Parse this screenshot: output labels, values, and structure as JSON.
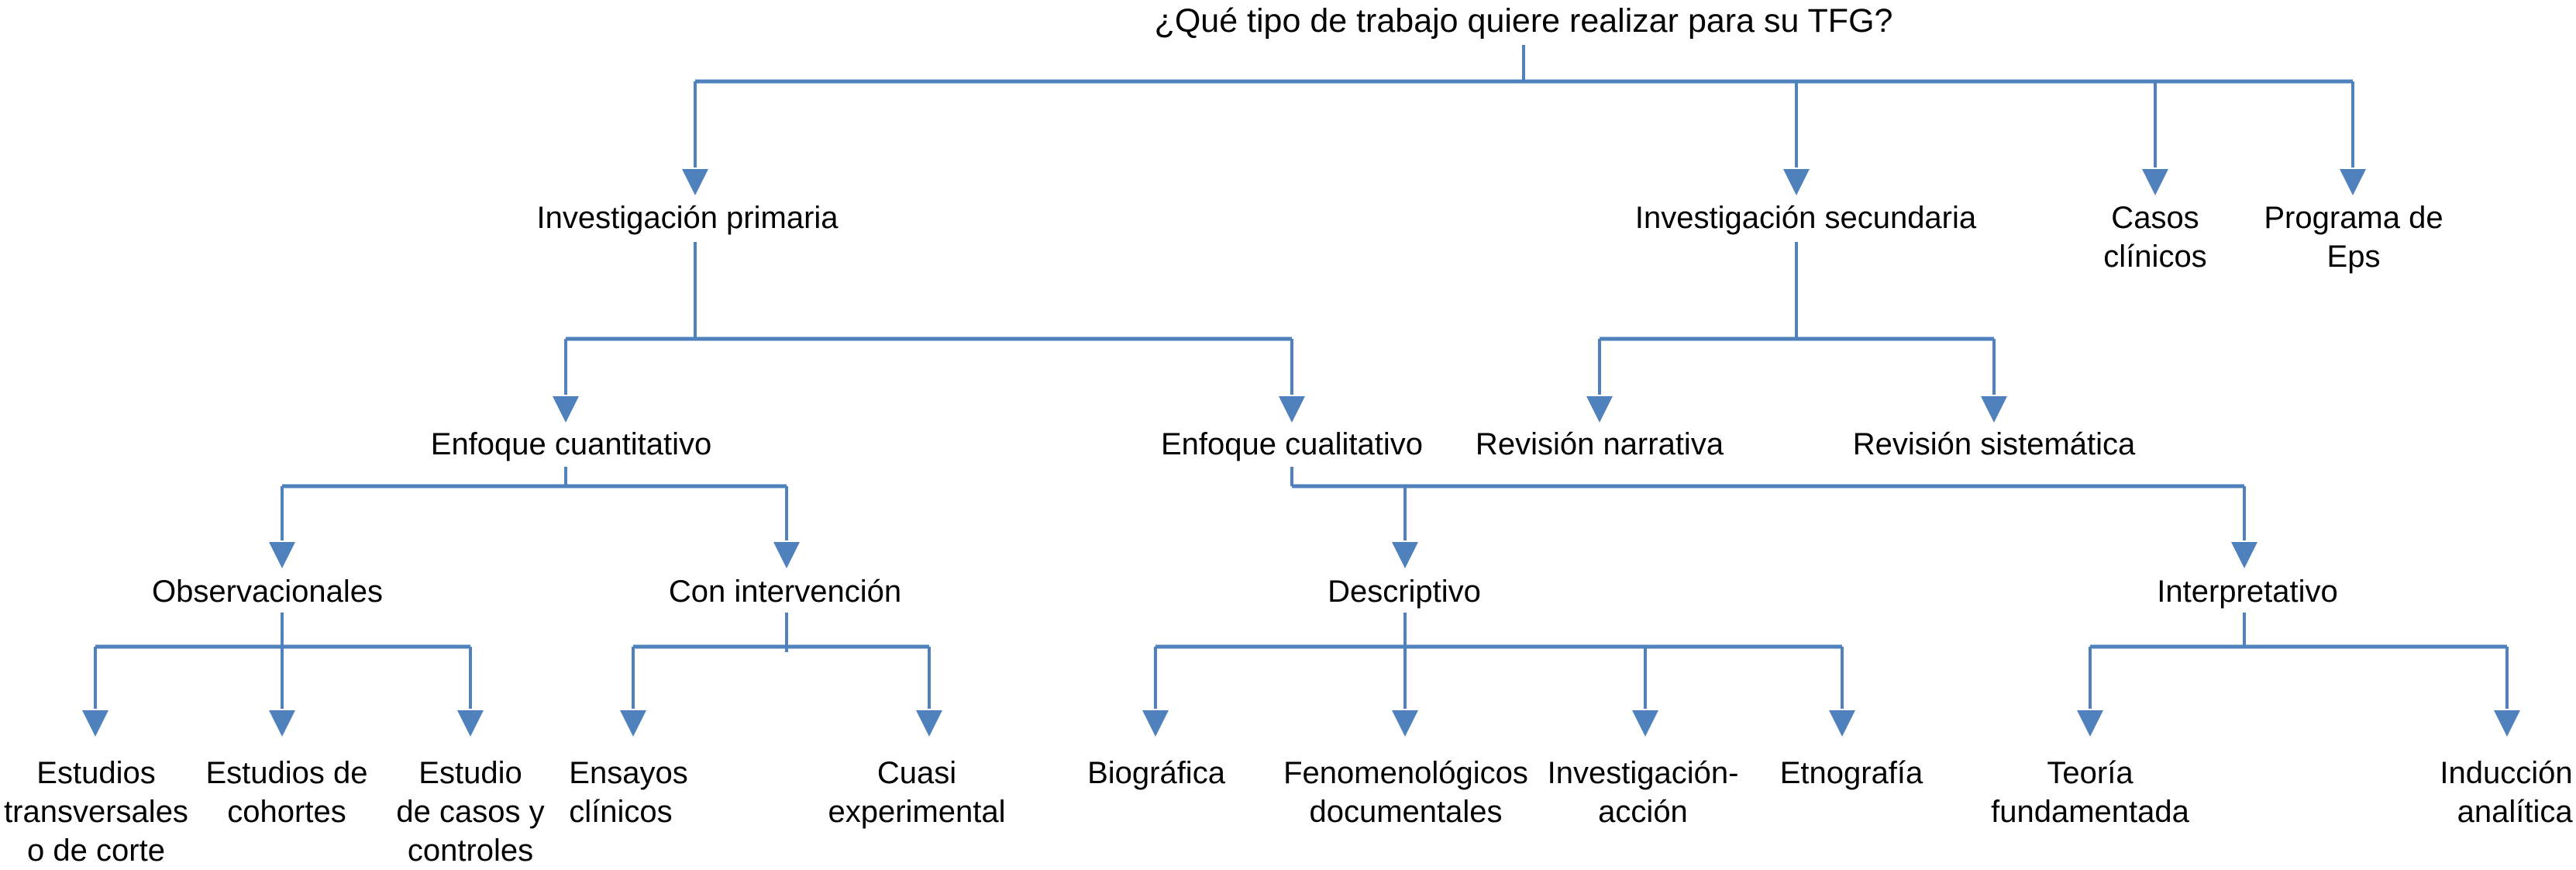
{
  "title": "¿Qué tipo de trabajo quiere realizar para su TFG?",
  "colors": {
    "connector": "#4f81bd",
    "text": "#000000",
    "background": "#ffffff"
  },
  "nodes": {
    "investigacion_primaria": "Investigación primaria",
    "investigacion_secundaria": "Investigación secundaria",
    "casos_clinicos": "Casos\nclínicos",
    "programa_eps": "Programa de Eps",
    "enfoque_cuantitativo": "Enfoque cuantitativo",
    "enfoque_cualitativo": "Enfoque cualitativo",
    "revision_narrativa": "Revisión narrativa",
    "revision_sistematica": "Revisión sistemática",
    "observacionales": "Observacionales",
    "con_intervencion": "Con intervención",
    "descriptivo": "Descriptivo",
    "interpretativo": "Interpretativo",
    "estudios_transversales": "Estudios\ntransversales\no de corte",
    "estudios_cohortes": "Estudios de\ncohortes",
    "estudio_casos_controles": "Estudio\nde casos y\ncontroles",
    "ensayos_clinicos": "Ensayos\nclínicos",
    "cuasi_experimental": "Cuasi\nexperimental",
    "biografica": "Biográfica",
    "fenomenologicos_documentales": "Fenomenológicos\ndocumentales",
    "investigacion_accion": "Investigación-\nacción",
    "etnografia": "Etnografía",
    "teoria_fundamentada": "Teoría\nfundamentada",
    "induccion_analitica": "Inducción\nanalítica"
  },
  "hierarchy": {
    "edges": [
      {
        "from": "title",
        "to": "investigacion_primaria"
      },
      {
        "from": "title",
        "to": "investigacion_secundaria"
      },
      {
        "from": "title",
        "to": "casos_clinicos"
      },
      {
        "from": "title",
        "to": "programa_eps"
      },
      {
        "from": "investigacion_primaria",
        "to": "enfoque_cuantitativo"
      },
      {
        "from": "investigacion_primaria",
        "to": "enfoque_cualitativo"
      },
      {
        "from": "investigacion_secundaria",
        "to": "revision_narrativa"
      },
      {
        "from": "investigacion_secundaria",
        "to": "revision_sistematica"
      },
      {
        "from": "enfoque_cuantitativo",
        "to": "observacionales"
      },
      {
        "from": "enfoque_cuantitativo",
        "to": "con_intervencion"
      },
      {
        "from": "enfoque_cualitativo",
        "to": "descriptivo"
      },
      {
        "from": "enfoque_cualitativo",
        "to": "interpretativo"
      },
      {
        "from": "observacionales",
        "to": "estudios_transversales"
      },
      {
        "from": "observacionales",
        "to": "estudios_cohortes"
      },
      {
        "from": "observacionales",
        "to": "estudio_casos_controles"
      },
      {
        "from": "con_intervencion",
        "to": "ensayos_clinicos"
      },
      {
        "from": "con_intervencion",
        "to": "cuasi_experimental"
      },
      {
        "from": "descriptivo",
        "to": "biografica"
      },
      {
        "from": "descriptivo",
        "to": "fenomenologicos_documentales"
      },
      {
        "from": "descriptivo",
        "to": "investigacion_accion"
      },
      {
        "from": "descriptivo",
        "to": "etnografia"
      },
      {
        "from": "interpretativo",
        "to": "teoria_fundamentada"
      },
      {
        "from": "interpretativo",
        "to": "induccion_analitica"
      }
    ]
  }
}
